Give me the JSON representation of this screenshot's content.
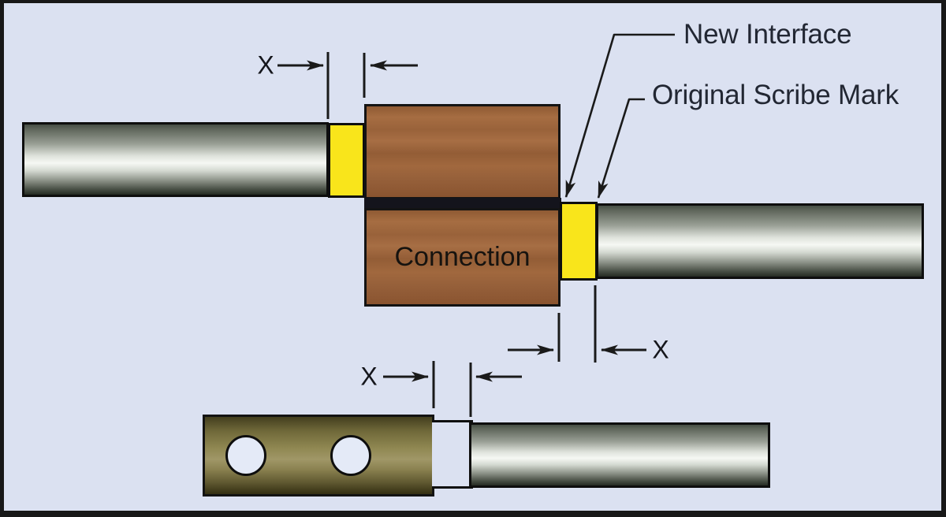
{
  "diagram": {
    "title": "crimp connection scribe mark illustration",
    "labels": {
      "new_interface": "New Interface",
      "original_scribe_mark": "Original Scribe Mark",
      "connection": "Connection"
    },
    "dimension_labels": {
      "top_left": "X",
      "right": "X",
      "bottom": "X"
    },
    "colors": {
      "background": "#dbe1f1",
      "frame": "#181818",
      "scribe_gap_yellow": "#f9e51b",
      "connector_copper": "#9c6239",
      "interface_band": "#14141c",
      "rod_highlight": "#f6f8f4",
      "rod_shadow": "#252b23",
      "lug_olive": "#8f8751",
      "annotation_line": "#1a1a1a",
      "label_text": "#222733"
    }
  }
}
